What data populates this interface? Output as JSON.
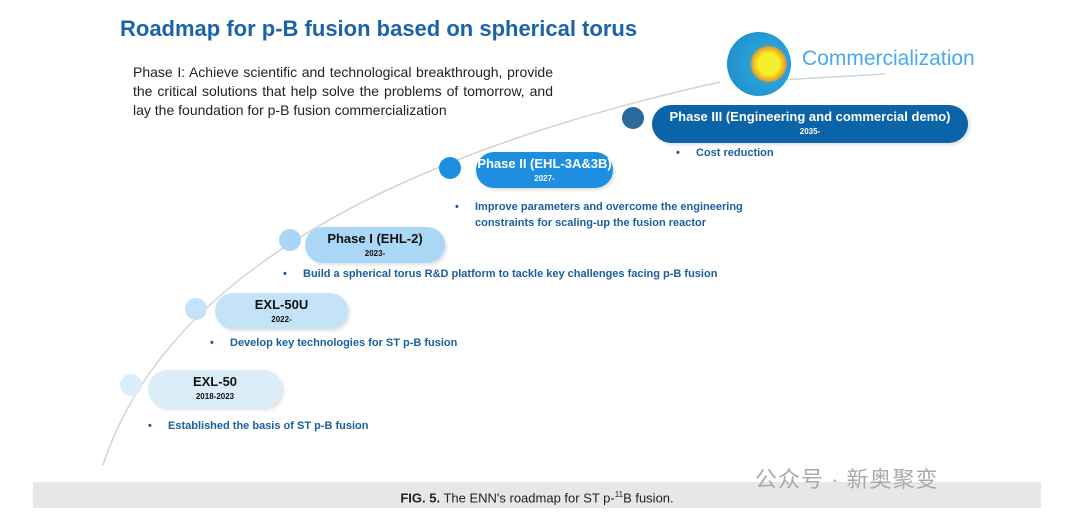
{
  "title": "Roadmap for p-B fusion based on spherical torus",
  "intro": "Phase I: Achieve scientific and technological breakthrough, provide the critical solutions that help solve the problems of tomorrow, and lay the foundation for p-B fusion commercialization",
  "goal": "Commercialization",
  "stages": [
    {
      "name": "EXL-50",
      "years": "2018-2023",
      "bullet": "Established the basis of ST p-B fusion"
    },
    {
      "name": "EXL-50U",
      "years": "2022-",
      "bullet": "Develop key technologies for ST p-B fusion"
    },
    {
      "name": "Phase I (EHL-2)",
      "years": "2023-",
      "bullet": "Build a spherical torus R&D platform to tackle key challenges facing p-B fusion"
    },
    {
      "name": "Phase II (EHL-3A&3B)",
      "years": "2027-",
      "bullet1": "Improve parameters and overcome the engineering",
      "bullet2": "constraints for scaling-up the fusion reactor"
    },
    {
      "name": "Phase III (Engineering and commercial demo)",
      "years": "2035-",
      "bullet": "Cost reduction"
    }
  ],
  "bullet_char": "•",
  "caption": {
    "label": "FIG. 5.",
    "text_pre": " The ENN's roadmap for ST p-",
    "sup": "11",
    "text_post": "B fusion."
  },
  "watermark": "公众号 · 新奥聚变"
}
